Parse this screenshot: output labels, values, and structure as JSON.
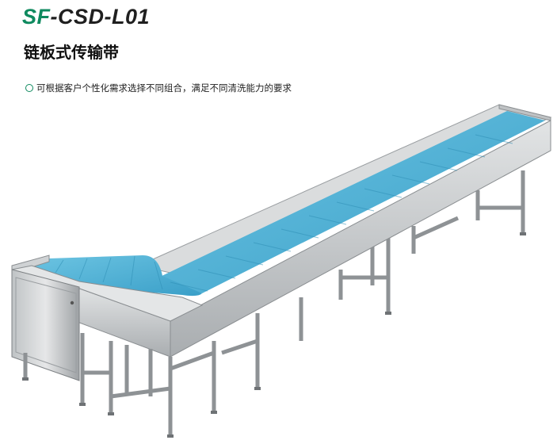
{
  "header": {
    "model_prefix": "SF",
    "model_suffix": "-CSD-L01",
    "product_name": "链板式传输带",
    "feature": "可根据客户个性化需求选择不同组合，满足不同清洗能力的要求"
  },
  "colors": {
    "accent": "#0f8a5f",
    "belt": "#4fb3d6",
    "steel": "#c8cbcd"
  },
  "icons": {
    "feature_bullet": "circle-outline-icon"
  }
}
